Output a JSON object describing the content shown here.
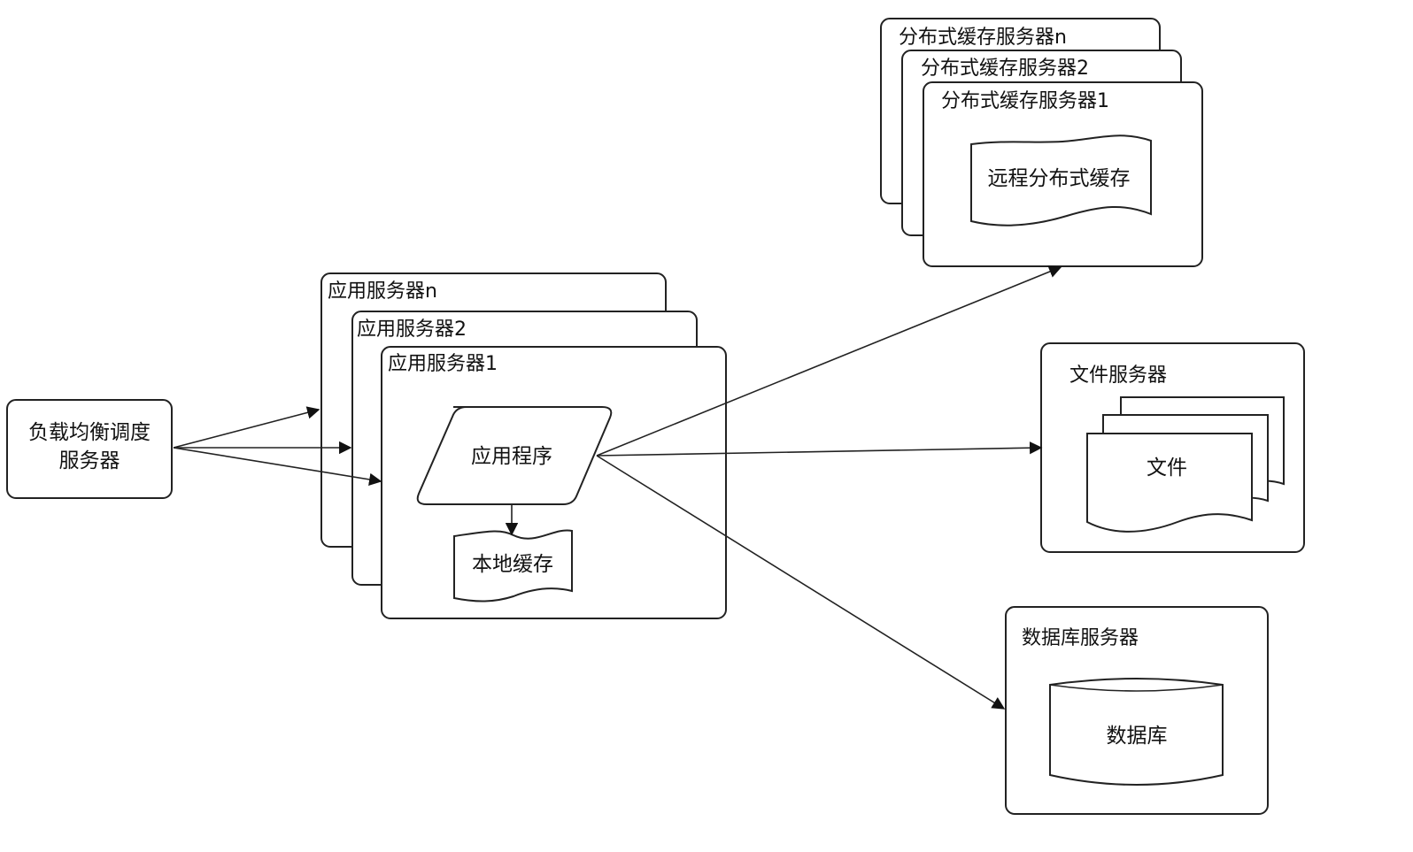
{
  "lb": {
    "line1": "负载均衡调度",
    "line2": "服务器"
  },
  "app_servers": {
    "n": "应用服务器n",
    "two": "应用服务器2",
    "one": "应用服务器1"
  },
  "app_program": "应用程序",
  "local_cache": "本地缓存",
  "cache_servers": {
    "n": "分布式缓存服务器n",
    "two": "分布式缓存服务器2",
    "one": "分布式缓存服务器1"
  },
  "remote_cache": "远程分布式缓存",
  "file_server": {
    "title": "文件服务器",
    "file": "文件"
  },
  "db_server": {
    "title": "数据库服务器",
    "db": "数据库"
  }
}
